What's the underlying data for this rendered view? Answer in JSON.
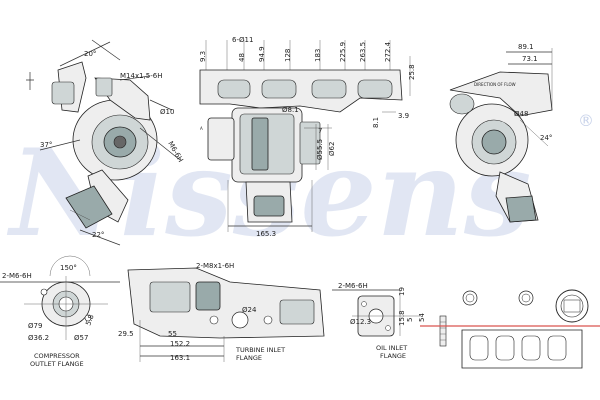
{
  "watermark": "Nissens",
  "registered_mark": "®",
  "upper_left_view": {
    "angle_top": "20°",
    "angle_left": "37°",
    "angle_bottom": "22°",
    "thread_top": "M14x1,5-6H",
    "hole_dia": "Ø10",
    "thread_side": "M6-6H"
  },
  "manifold_view": {
    "holes": "6-Ø11",
    "dims_top": [
      "9.3",
      "48",
      "94.9",
      "128",
      "183",
      "225.9",
      "263.5",
      "272.4"
    ],
    "dim_right_top": "25.8",
    "dim_8_1": "8.1",
    "dim_3_9": "3.9",
    "small_label": "A",
    "dim_7": "7",
    "dia_8_1": "Ø8.1",
    "dia_55_5": "Ø55.5",
    "dia_62": "Ø62",
    "width_165_3": "165.3"
  },
  "right_view": {
    "dim_89_1": "89.1",
    "dim_73_1": "73.1",
    "dia_48": "Ø48",
    "angle_24": "24°",
    "small_note": "DIRECTION OF FLOW"
  },
  "bottom_left": {
    "thread": "2-M6-6H",
    "angle": "150°",
    "dia_79": "Ø79",
    "dia_36_2": "Ø36.2",
    "dia_57": "Ø57",
    "dim_5_8": "5.8",
    "caption": [
      "COMPRESSOR",
      "OUTLET FLANGE"
    ]
  },
  "bottom_center": {
    "thread": "2-M8x1-6H",
    "dia_24": "Ø24",
    "dim_29_5": "29.5",
    "dim_55": "55",
    "dim_152_2": "152.2",
    "dim_163_1": "163.1",
    "caption": [
      "TURBINE INLET",
      "FLANGE"
    ]
  },
  "bottom_right": {
    "thread": "2-M6-6H",
    "dim_19": "19",
    "dim_15_8": "15.8",
    "dim_5": "5",
    "dia_12_3": "Ø12.3",
    "dim_54": "54",
    "caption": [
      "OIL INLET",
      "FLANGE"
    ]
  },
  "colors": {
    "watermark": "#c9d3ea",
    "accent_red": "#d9534f",
    "line": "#333333"
  }
}
